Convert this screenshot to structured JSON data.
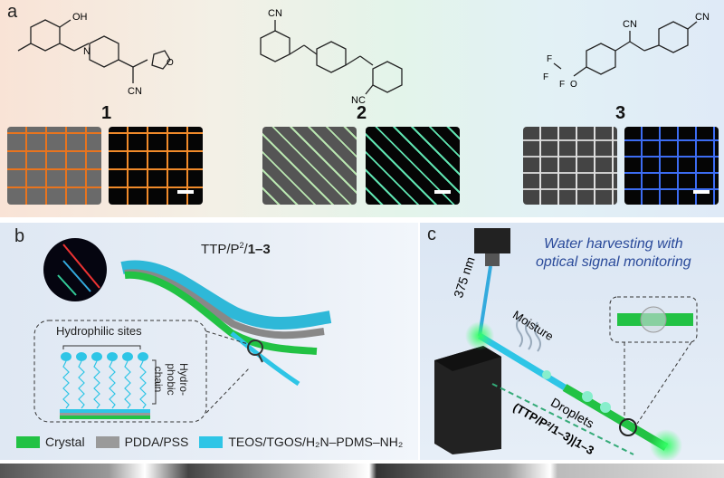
{
  "panel_a": {
    "label": "a",
    "compounds": [
      {
        "number": "1",
        "atoms": [
          "OH",
          "N",
          "CN",
          "O"
        ],
        "color": "#e8741e"
      },
      {
        "number": "2",
        "atoms": [
          "CN",
          "NC"
        ],
        "color": "#6fe3a6"
      },
      {
        "number": "3",
        "atoms": [
          "F",
          "F",
          "F",
          "O",
          "CN",
          "CN"
        ],
        "color": "#3c6cf2"
      }
    ]
  },
  "panel_b": {
    "label": "b",
    "title_prefix": "TTP/P",
    "title_sup": "2",
    "title_slash": "/",
    "title_bold": "1–3",
    "hydrophilic": "Hydrophilic sites",
    "hydrophobic_line1": "Hydro-",
    "hydrophobic_line2": "phobic",
    "hydrophobic_line3": "chain",
    "legend": [
      {
        "label": "Crystal",
        "color": "#22c244"
      },
      {
        "label": "PDDA/PSS",
        "color": "#9a9a9a"
      },
      {
        "label": "TEOS/TGOS/H₂N–PDMS–NH₂",
        "color": "#2ec5e6"
      }
    ]
  },
  "panel_c": {
    "label": "c",
    "title_line1": "Water harvesting with",
    "title_line2": "optical signal monitoring",
    "wavelength": "375 nm",
    "moisture": "Moisture",
    "droplets": "Droplets",
    "formula": "(TTP/P²/1–3)|1–3",
    "title_color": "#2a4a9a"
  }
}
